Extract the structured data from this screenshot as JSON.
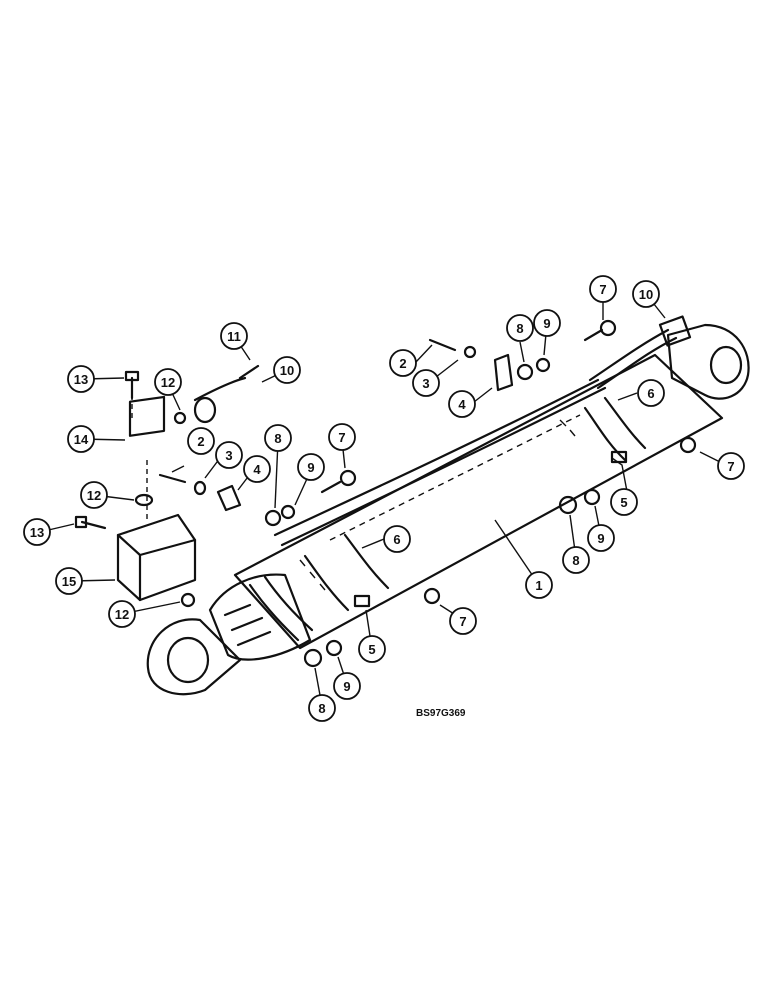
{
  "drawing_ref": "BS97G369",
  "callouts": [
    {
      "id": "c1",
      "label": "1"
    },
    {
      "id": "c2a",
      "label": "2"
    },
    {
      "id": "c2b",
      "label": "2"
    },
    {
      "id": "c3a",
      "label": "3"
    },
    {
      "id": "c3b",
      "label": "3"
    },
    {
      "id": "c4a",
      "label": "4"
    },
    {
      "id": "c4b",
      "label": "4"
    },
    {
      "id": "c5a",
      "label": "5"
    },
    {
      "id": "c5b",
      "label": "5"
    },
    {
      "id": "c6a",
      "label": "6"
    },
    {
      "id": "c6b",
      "label": "6"
    },
    {
      "id": "c7a",
      "label": "7"
    },
    {
      "id": "c7b",
      "label": "7"
    },
    {
      "id": "c7c",
      "label": "7"
    },
    {
      "id": "c7d",
      "label": "7"
    },
    {
      "id": "c8a",
      "label": "8"
    },
    {
      "id": "c8b",
      "label": "8"
    },
    {
      "id": "c8c",
      "label": "8"
    },
    {
      "id": "c8d",
      "label": "8"
    },
    {
      "id": "c9a",
      "label": "9"
    },
    {
      "id": "c9b",
      "label": "9"
    },
    {
      "id": "c9c",
      "label": "9"
    },
    {
      "id": "c9d",
      "label": "9"
    },
    {
      "id": "c10a",
      "label": "10"
    },
    {
      "id": "c10b",
      "label": "10"
    },
    {
      "id": "c11",
      "label": "11"
    },
    {
      "id": "c12a",
      "label": "12"
    },
    {
      "id": "c12b",
      "label": "12"
    },
    {
      "id": "c12c",
      "label": "12"
    },
    {
      "id": "c13a",
      "label": "13"
    },
    {
      "id": "c13b",
      "label": "13"
    },
    {
      "id": "c14",
      "label": "14"
    },
    {
      "id": "c15",
      "label": "15"
    }
  ]
}
